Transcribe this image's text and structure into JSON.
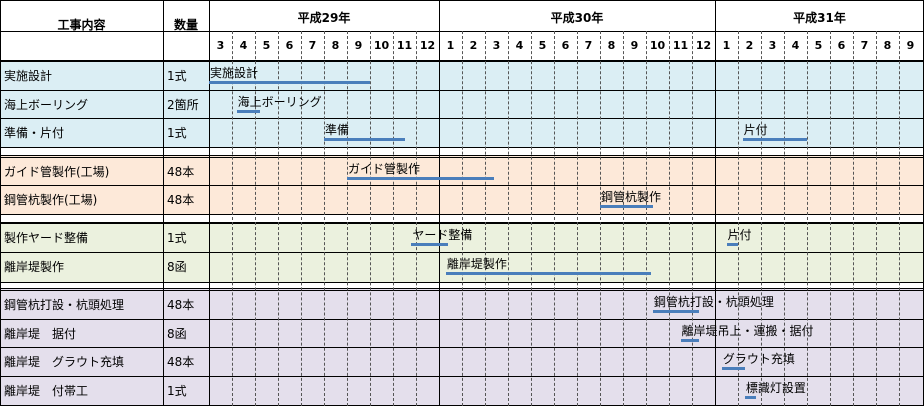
{
  "header": {
    "work_label": "工事内容",
    "qty_label": "数量",
    "years": [
      "平成29年",
      "平成30年",
      "平成31年"
    ]
  },
  "months": [
    "3",
    "4",
    "5",
    "6",
    "7",
    "8",
    "9",
    "10",
    "11",
    "12",
    "1",
    "2",
    "3",
    "4",
    "5",
    "6",
    "7",
    "8",
    "9",
    "10",
    "11",
    "12",
    "1",
    "2",
    "3",
    "4",
    "5",
    "6",
    "7",
    "8",
    "9"
  ],
  "groups": [
    {
      "color": "#dbeef4"
    },
    {
      "color": "#fde9d9"
    },
    {
      "color": "#ebf1de"
    },
    {
      "color": "#e4dfec"
    }
  ],
  "tasks": [
    {
      "name": "実施設計",
      "qty": "1式",
      "group": 0,
      "bars": [
        {
          "label": "実施設計",
          "start": 0.0,
          "end": 7.0
        }
      ]
    },
    {
      "name": "海上ボーリング",
      "qty": "2箇所",
      "group": 0,
      "bars": [
        {
          "label": "海上ボーリング",
          "start": 1.2,
          "end": 2.2
        }
      ]
    },
    {
      "name": "準備・片付",
      "qty": "1式",
      "group": 0,
      "bars": [
        {
          "label": "準備",
          "start": 5.0,
          "end": 8.5
        },
        {
          "label": "片付",
          "start": 23.2,
          "end": 26.0
        }
      ]
    },
    {
      "name": "ガイド管製作(工場)",
      "qty": "48本",
      "group": 1,
      "bars": [
        {
          "label": "ガイド管製作",
          "start": 6.0,
          "end": 12.4
        }
      ]
    },
    {
      "name": "鋼管杭製作(工場)",
      "qty": "48本",
      "group": 1,
      "bars": [
        {
          "label": "鋼管杭製作",
          "start": 17.0,
          "end": 19.3
        }
      ]
    },
    {
      "name": "製作ヤード整備",
      "qty": "1式",
      "group": 2,
      "bars": [
        {
          "label": "ヤード整備",
          "start": 8.8,
          "end": 10.4
        },
        {
          "label": "片付",
          "start": 22.5,
          "end": 23.0
        }
      ]
    },
    {
      "name": "離岸堤製作",
      "qty": "8函",
      "group": 2,
      "bars": [
        {
          "label": "離岸堤製作",
          "start": 10.3,
          "end": 19.2
        }
      ]
    },
    {
      "name": "鋼管杭打設・杭頭処理",
      "qty": "48本",
      "group": 3,
      "bars": [
        {
          "label": "鋼管杭打設・杭頭処理",
          "start": 19.3,
          "end": 21.3
        }
      ]
    },
    {
      "name": "離岸堤　据付",
      "qty": "8函",
      "group": 3,
      "bars": [
        {
          "label": "離岸堤吊上・運搬・据付",
          "start": 20.5,
          "end": 21.3
        }
      ]
    },
    {
      "name": "離岸堤　グラウト充填",
      "qty": "48本",
      "group": 3,
      "bars": [
        {
          "label": "グラウト充填",
          "start": 22.3,
          "end": 23.3
        }
      ]
    },
    {
      "name": "離岸堤　付帯工",
      "qty": "1式",
      "group": 3,
      "bars": [
        {
          "label": "標識灯設置",
          "start": 23.3,
          "end": 23.8
        }
      ]
    }
  ]
}
